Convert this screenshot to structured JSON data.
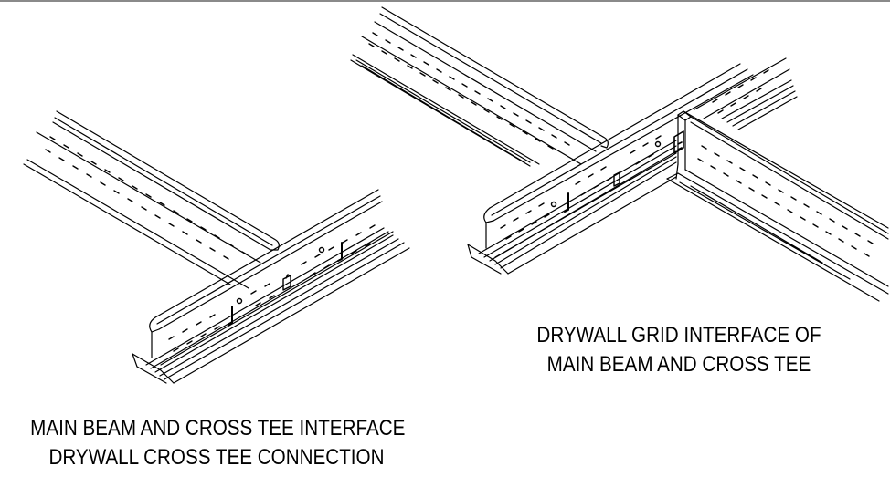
{
  "captions": {
    "left": {
      "line1": "MAIN BEAM AND CROSS TEE INTERFACE",
      "line2": "DRYWALL CROSS TEE CONNECTION"
    },
    "right": {
      "line1": "DRYWALL GRID INTERFACE OF",
      "line2": "MAIN BEAM AND CROSS TEE"
    }
  },
  "colors": {
    "ink": "#000000",
    "background": "#ffffff"
  }
}
